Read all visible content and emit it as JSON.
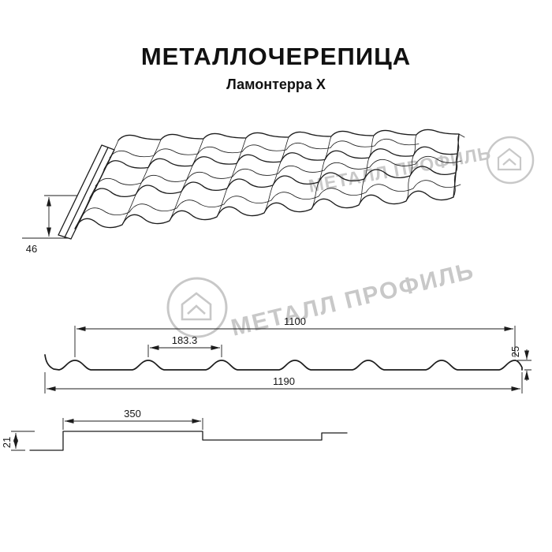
{
  "page": {
    "title": "МЕТАЛЛОЧЕРЕПИЦА",
    "subtitle": "Ламонтерра X"
  },
  "watermark": {
    "text": "МЕТАЛЛ ПРОФИЛЬ",
    "color": "#c8c8c8"
  },
  "drawing": {
    "perspective": {
      "height_total": "46"
    },
    "cross_section": {
      "crest_span": "1100",
      "wave_pitch": "183.3",
      "profile_height": "25",
      "sheet_width": "1190"
    },
    "side_profile": {
      "module_length": "350",
      "step_height": "21"
    }
  },
  "colors": {
    "line": "#1c1c1c",
    "background": "#ffffff"
  }
}
